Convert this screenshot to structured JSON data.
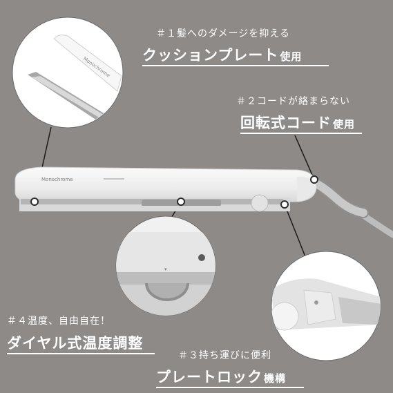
{
  "features": [
    {
      "number": "＃１髪へのダメージを抑える",
      "title": "クッションプレート",
      "suffix": "使用"
    },
    {
      "number": "＃２コードが絡まらない",
      "title": "回転式コード",
      "suffix": "使用"
    },
    {
      "number": "＃３持ち運びに便利",
      "title": "プレートロック",
      "suffix": "機構"
    },
    {
      "number": "＃４温度、自由自在！",
      "title": "ダイヤル式温度調整",
      "suffix": ""
    }
  ],
  "brand_on_iron": "Monochrome",
  "colors": {
    "background": "#8d8a88",
    "text": "#ffffff",
    "device": "#f2f2f2"
  }
}
